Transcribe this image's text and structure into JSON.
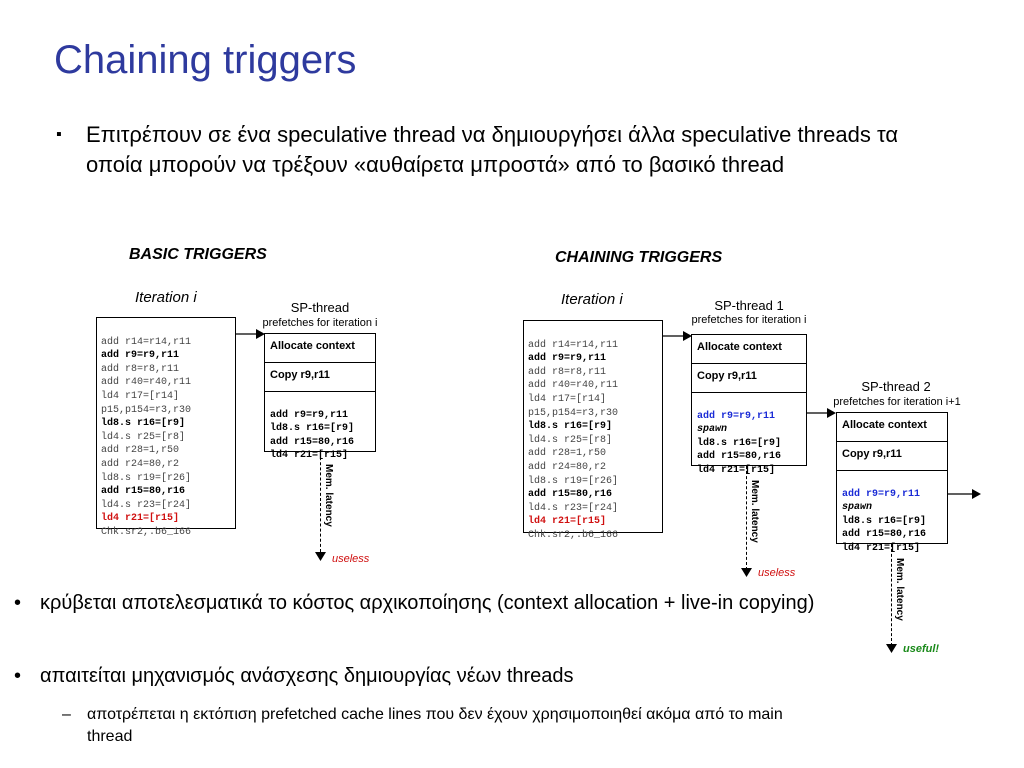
{
  "title": "Chaining triggers",
  "intro": {
    "bullet": "▪",
    "text": "Επιτρέπουν σε ένα speculative thread να δημιουργήσει άλλα speculative threads τα οποία μπορούν να τρέξουν «αυθαίρετα μπροστά» από το βασικό thread"
  },
  "basic": {
    "heading": "BASIC TRIGGERS",
    "iteration": "Iteration i",
    "sp_title": "SP-thread",
    "sp_sub": "prefetches for iteration i",
    "alloc": "Allocate context",
    "copy": "Copy r9,r11",
    "sp_code": [
      "add r9=r9,r11",
      "ld8.s r16=[r9]",
      "add r15=80,r16",
      "ld4 r21=[r15]"
    ],
    "mem": "Mem. latency",
    "result": "useless"
  },
  "chaining": {
    "heading": "CHAINING TRIGGERS",
    "iteration": "Iteration i",
    "sp1_title": "SP-thread 1",
    "sp1_sub": "prefetches for iteration i",
    "sp2_title": "SP-thread 2",
    "sp2_sub": "prefetches for iteration i+1",
    "alloc": "Allocate context",
    "copy": "Copy r9,r11",
    "sp_code": [
      "add r9=r9,r11",
      "spawn",
      "ld8.s r16=[r9]",
      "add r15=80,r16",
      "ld4 r21=[r15]"
    ],
    "mem": "Mem. latency",
    "result1": "useless",
    "result2": "useful!"
  },
  "main_code": [
    "add r14=r14,r11",
    "add r9=r9,r11",
    "add r8=r8,r11",
    "add r40=r40,r11",
    "ld4 r17=[r14]",
    "p15,p154=r3,r30",
    "ld8.s r16=[r9]",
    "ld4.s r25=[r8]",
    "add r28=1,r50",
    "add r24=80,r2",
    "ld8.s r19=[r26]",
    "add r15=80,r16",
    "ld4.s r23=[r24]",
    "ld4 r21=[r15]",
    "Chk.sr2,.b6_166"
  ],
  "bullets": {
    "marker": "•",
    "b1": "κρύβεται αποτελεσματικά το κόστος αρχικοποίησης (context allocation + live-in copying)",
    "b2": "απαιτείται μηχανισμός ανάσχεσης δημιουργίας νέων threads",
    "dash": "–",
    "sub1": "αποτρέπεται η εκτόπιση prefetched cache lines που δεν έχουν χρησιμοποιηθεί ακόμα από το main thread"
  }
}
